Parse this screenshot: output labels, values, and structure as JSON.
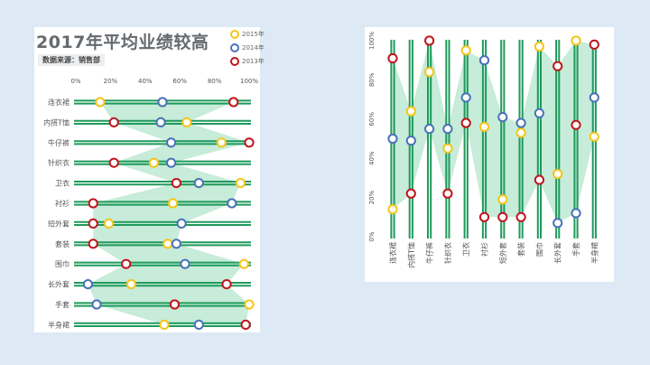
{
  "header": {
    "title": "2017年平均业绩较高",
    "source": "数据来源：销售部"
  },
  "legend": [
    {
      "name": "2015年",
      "color": "#f5c518"
    },
    {
      "name": "2014年",
      "color": "#4a72b8"
    },
    {
      "name": "2013年",
      "color": "#c0161c"
    }
  ],
  "chart_data": [
    {
      "type": "scatter",
      "orientation": "horizontal",
      "categories": [
        "连衣裙",
        "内搭T恤",
        "牛仔裤",
        "针织衣",
        "卫衣",
        "衬衫",
        "短外套",
        "套装",
        "围巾",
        "长外套",
        "手套",
        "半身裙"
      ],
      "series": [
        {
          "name": "2015年",
          "values": [
            0.14,
            0.64,
            0.84,
            0.45,
            0.95,
            0.56,
            0.19,
            0.53,
            0.97,
            0.32,
            1.0,
            0.51
          ]
        },
        {
          "name": "2014年",
          "values": [
            0.5,
            0.49,
            0.55,
            0.55,
            0.71,
            0.9,
            0.61,
            0.58,
            0.63,
            0.07,
            0.12,
            0.71
          ]
        },
        {
          "name": "2013年",
          "values": [
            0.91,
            0.22,
            1.0,
            0.22,
            0.58,
            0.1,
            0.1,
            0.1,
            0.29,
            0.87,
            0.57,
            0.98
          ]
        }
      ],
      "xlim": [
        0,
        1
      ],
      "ticks": [
        "0%",
        "20%",
        "40%",
        "60%",
        "80%",
        "100%"
      ],
      "band_color": "#c7ecd9",
      "line_color": "#1f9a5c"
    },
    {
      "type": "scatter",
      "orientation": "vertical",
      "categories": [
        "连衣裙",
        "内搭T恤",
        "牛仔裤",
        "针织衣",
        "卫衣",
        "衬衫",
        "短外套",
        "套装",
        "围巾",
        "长外套",
        "手套",
        "半身裙"
      ],
      "series": [
        {
          "name": "2015年",
          "values": [
            0.14,
            0.64,
            0.84,
            0.45,
            0.95,
            0.56,
            0.19,
            0.53,
            0.97,
            0.32,
            1.0,
            0.51
          ]
        },
        {
          "name": "2014年",
          "values": [
            0.5,
            0.49,
            0.55,
            0.55,
            0.71,
            0.9,
            0.61,
            0.58,
            0.63,
            0.07,
            0.12,
            0.71
          ]
        },
        {
          "name": "2013年",
          "values": [
            0.91,
            0.22,
            1.0,
            0.22,
            0.58,
            0.1,
            0.1,
            0.1,
            0.29,
            0.87,
            0.57,
            0.98
          ]
        }
      ],
      "ylim": [
        0,
        1
      ],
      "ticks": [
        "0%",
        "20%",
        "40%",
        "60%",
        "80%",
        "100%"
      ],
      "band_color": "#c7ecd9",
      "line_color": "#1f9a5c"
    }
  ]
}
